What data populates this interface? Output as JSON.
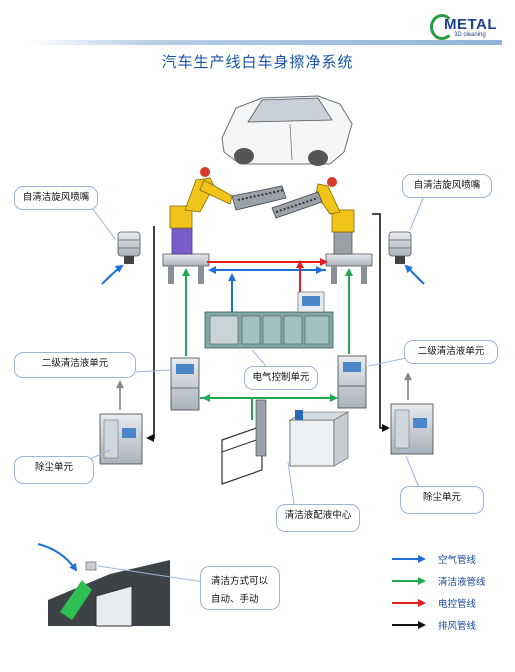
{
  "title": "汽车生产线白车身擦净系统",
  "logo": {
    "name": "METAL",
    "tagline": "3D cleaning"
  },
  "callouts": {
    "nozzle_left": "自清洁旋风喷嘴",
    "nozzle_right": "自清洁旋风喷嘴",
    "secondary_left": "二级清洁液单元",
    "secondary_right": "二级清洁液单元",
    "control": "电气控制单元",
    "dust_left": "除尘单元",
    "dust_right": "除尘单元",
    "dispense": "清洁液配液中心",
    "mode_line1": "清洁方式可以",
    "mode_line2": "自动、手动"
  },
  "legend": [
    {
      "label": "空气管线",
      "color": "#1e6fd8"
    },
    {
      "label": "清洁液管线",
      "color": "#22a852"
    },
    {
      "label": "电控管线",
      "color": "#e02020"
    },
    {
      "label": "排风管线",
      "color": "#111111"
    }
  ]
}
